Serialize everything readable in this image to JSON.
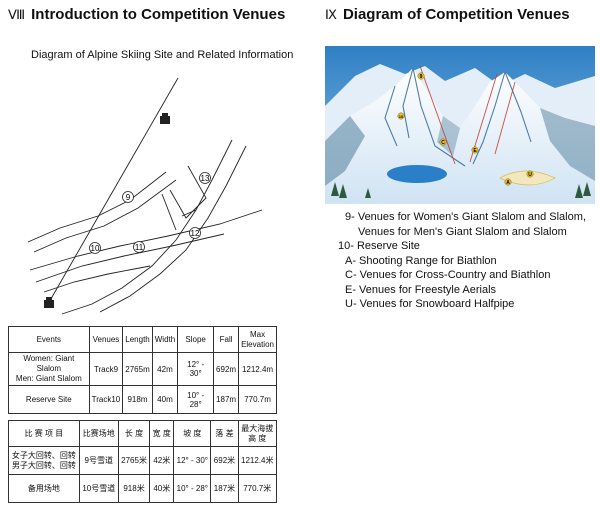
{
  "left": {
    "section_num": "Ⅷ",
    "title": "Introduction to Competition Venues",
    "diagram_caption": "Diagram of Alpine Skiing  Site and Related Information",
    "diagram_labels": [
      "9",
      "10",
      "11",
      "12",
      "13"
    ]
  },
  "right": {
    "section_num": "Ⅸ",
    "title": "Diagram of Competition Venues",
    "map_labels": [
      "9",
      "A",
      "C",
      "E",
      "U",
      "10"
    ]
  },
  "table_en": {
    "headers": [
      "Events",
      "Venues",
      "Length",
      "Width",
      "Slope",
      "Fall",
      "Max",
      "Elevation"
    ],
    "rows": [
      [
        "Women:  Giant Slalom",
        "Men: Giant Slalom",
        "Track9",
        "2765m",
        "42m",
        "12° - 30°",
        "692m",
        "1212.4m"
      ],
      [
        "Reserve Site",
        "",
        "Track10",
        "918m",
        "40m",
        "10° - 28°",
        "187m",
        "770.7m"
      ]
    ]
  },
  "table_zh": {
    "headers": [
      "比 赛 项 目",
      "比赛场地",
      "长  度",
      "宽  度",
      "坡  度",
      "落  差",
      "最大海拔",
      "高  度"
    ],
    "rows": [
      [
        "女子大回转、回转",
        "男子大回转、回转",
        "9号雪道",
        "2765米",
        "42米",
        "12° - 30°",
        "692米",
        "1212.4米"
      ],
      [
        "备用场地",
        "",
        "10号雪道",
        "918米",
        "40米",
        "10° - 28°",
        "187米",
        "770.7米"
      ]
    ]
  },
  "legend": [
    "9-  Venues for Women's Giant Slalom and Slalom,",
    "Venues for Men's Giant Slalom and Slalom",
    "10-  Reserve Site",
    "A-  Shooting Range for Biathlon",
    "C-  Venues for Cross-Country and Biathlon",
    "E-  Venues for Freestyle Aerials",
    "U-  Venues for Snowboard Halfpipe"
  ],
  "colors": {
    "sky": "#3a8fd0",
    "snow": "#eef5fb",
    "lake": "#2a7fc8",
    "marker": "#f2c21a"
  }
}
